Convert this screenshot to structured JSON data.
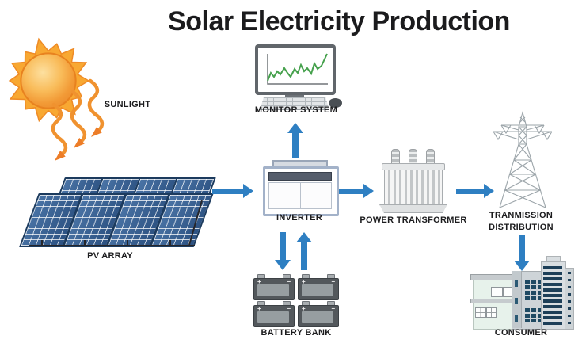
{
  "title": "Solar Electricity Production",
  "colors": {
    "arrow_blue": "#2e7fc2",
    "ray_orange": "#f0922f",
    "sun_flame": "#f8a832",
    "panel_border": "#1c3b5e",
    "panel_blue": "#35608f",
    "chart_green": "#46a14d",
    "label_color": "#1c1c1e",
    "window_navy": "#1f4a63"
  },
  "labels": {
    "sunlight": "SUNLIGHT",
    "pv_array": "PV ARRAY",
    "monitor_system": "MONITOR SYSTEM",
    "inverter": "INVERTER",
    "battery_bank": "BATTERY BANK",
    "power_transformer": "POWER TRANSFORMER",
    "transmission_line1": "TRANMISSION",
    "transmission_line2": "DISTRIBUTION",
    "consumer": "CONSUMER"
  },
  "battery": {
    "positive": "+",
    "negative": "−"
  }
}
